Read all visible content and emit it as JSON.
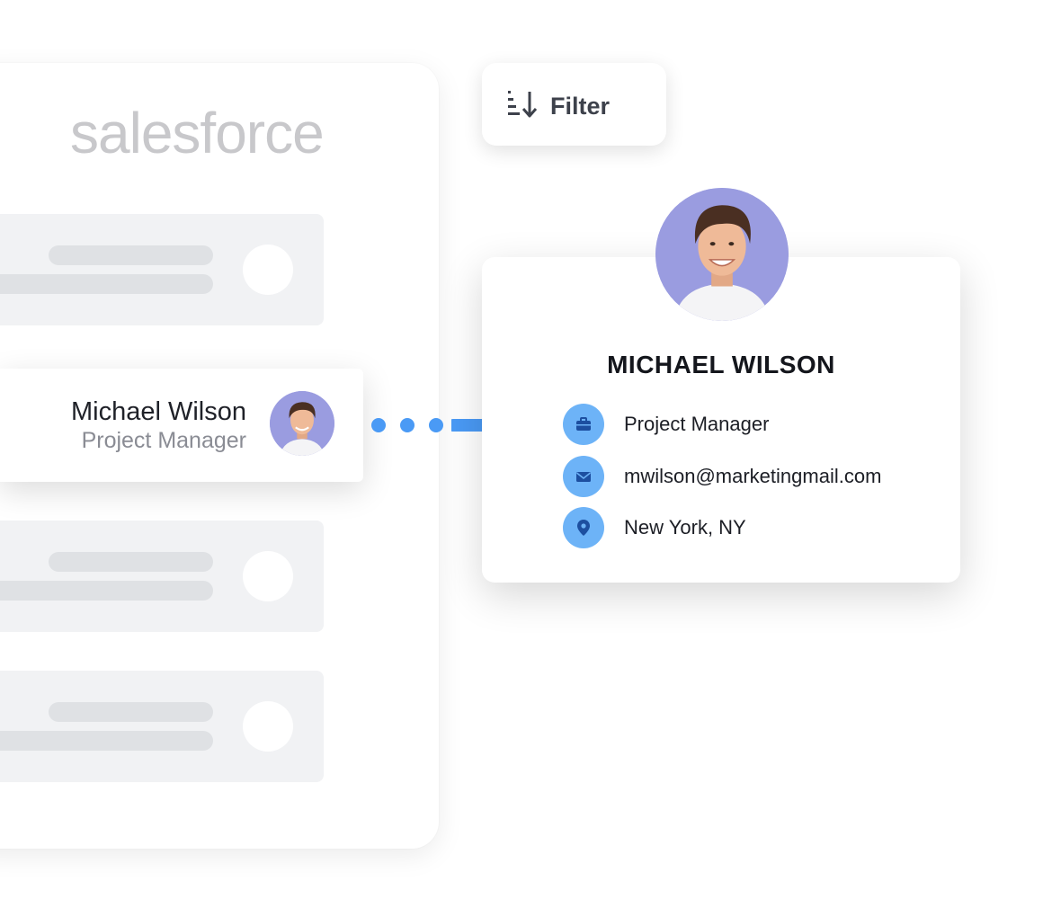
{
  "crm": {
    "logo_text": "salesforce"
  },
  "contact_card": {
    "name": "Michael Wilson",
    "role": "Project Manager"
  },
  "filter": {
    "label": "Filter",
    "icon": "sort-descending-icon"
  },
  "profile": {
    "name": "MICHAEL WILSON",
    "details": [
      {
        "icon": "briefcase-icon",
        "text": "Project Manager"
      },
      {
        "icon": "envelope-icon",
        "text": "mwilson@marketingmail.com"
      },
      {
        "icon": "location-pin-icon",
        "text": "New York, NY"
      }
    ]
  },
  "colors": {
    "accent_blue": "#4a9af5",
    "icon_circle": "#6db3f7",
    "avatar_bg": "#9a9ce0",
    "placeholder": "#f1f2f4"
  }
}
